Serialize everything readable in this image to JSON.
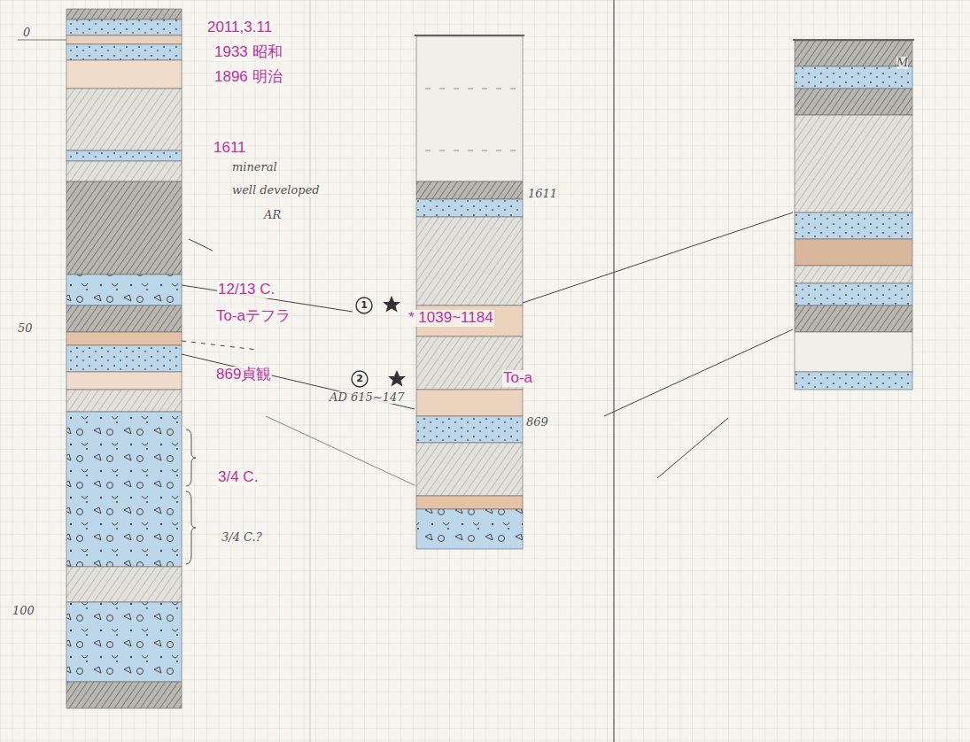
{
  "diagram": {
    "labels": [
      "2011,3.11",
      "1933 昭和",
      "1896 明治",
      "1611",
      "12/13 C.",
      "To-aテフラ",
      "* 1039~1184",
      "869貞観",
      "To-a",
      "3/4 C.",
      "0",
      "50",
      "100",
      "M",
      "mineral",
      "well developed",
      "AR",
      "AD 615~147",
      "1611",
      "869",
      "3/4 C.?",
      "1",
      "2"
    ]
  }
}
